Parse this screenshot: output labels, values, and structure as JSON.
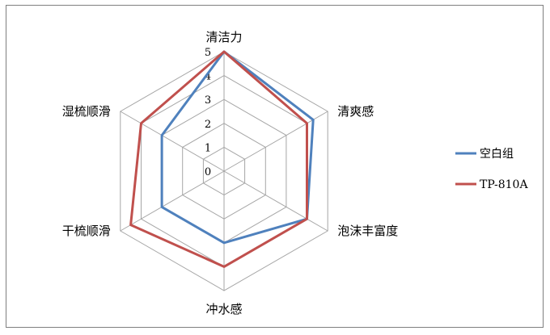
{
  "chart_data": {
    "type": "radar",
    "axes": [
      "清洁力",
      "清爽感",
      "泡沫丰富度",
      "冲水感",
      "干梳顺滑",
      "湿梳顺滑"
    ],
    "rlim": [
      0,
      5
    ],
    "ticks": [
      "0",
      "1",
      "2",
      "3",
      "4",
      "5"
    ],
    "grid": true,
    "legend_position": "right",
    "series": [
      {
        "name": "空白组",
        "color": "#4f81bd",
        "values": [
          5,
          4.3,
          4.0,
          3.0,
          3.0,
          3.0
        ]
      },
      {
        "name": "TP-810A",
        "color": "#c0504d",
        "values": [
          5,
          4.0,
          4.0,
          4.0,
          4.5,
          4.0
        ]
      }
    ]
  }
}
